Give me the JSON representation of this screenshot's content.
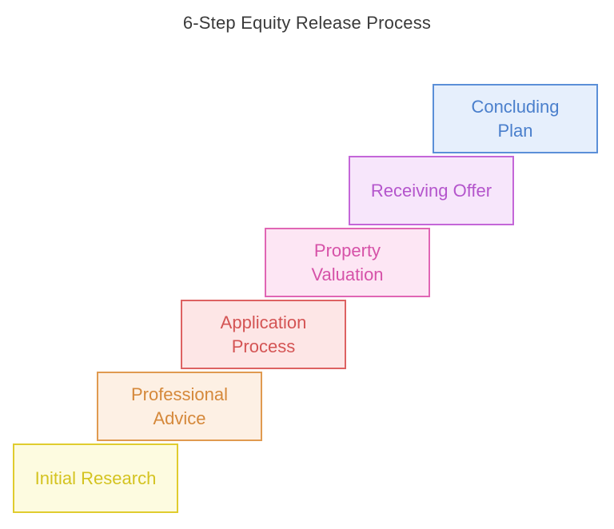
{
  "title": "6-Step Equity Release Process",
  "steps": [
    {
      "label": "Initial Research",
      "border": "#e0cc2e",
      "fill": "#fdfbe0",
      "text": "#d4c320"
    },
    {
      "label": "Professional\nAdvice",
      "border": "#e09a50",
      "fill": "#fdf0e4",
      "text": "#d5883a"
    },
    {
      "label": "Application\nProcess",
      "border": "#dd6262",
      "fill": "#fde6e6",
      "text": "#d45454"
    },
    {
      "label": "Property\nValuation",
      "border": "#e066b4",
      "fill": "#fde6f4",
      "text": "#d652a8"
    },
    {
      "label": "Receiving Offer",
      "border": "#c466d8",
      "fill": "#f7e6fb",
      "text": "#b455cc"
    },
    {
      "label": "Concluding\nPlan",
      "border": "#5b8fd8",
      "fill": "#e6effc",
      "text": "#4a7fcc"
    }
  ]
}
